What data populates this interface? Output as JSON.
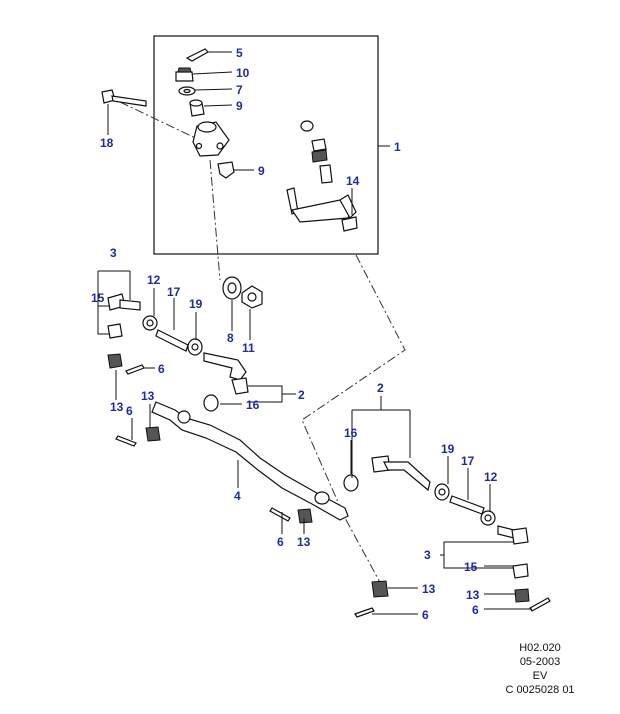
{
  "diagram": {
    "title": "Steering linkage exploded view",
    "callouts": {
      "c1": "1",
      "c2a": "2",
      "c2b": "2",
      "c3a": "3",
      "c3b": "3",
      "c4": "4",
      "c5": "5",
      "c6a": "6",
      "c6b": "6",
      "c6c": "6",
      "c6d": "6",
      "c7": "7",
      "c8": "8",
      "c9a": "9",
      "c9b": "9",
      "c10": "10",
      "c11": "11",
      "c12a": "12",
      "c12b": "12",
      "c13a": "13",
      "c13b": "13",
      "c13c": "13",
      "c13d": "13",
      "c13e": "13",
      "c14": "14",
      "c15a": "15",
      "c15b": "15",
      "c16a": "16",
      "c16b": "16",
      "c17a": "17",
      "c17b": "17",
      "c18": "18",
      "c19a": "19",
      "c19b": "19"
    },
    "colors": {
      "callout": "#1f2aa6",
      "line": "#111111"
    }
  },
  "footer": {
    "code": "H02.020",
    "date": "05-2003",
    "region": "EV",
    "ref": "C 0025028 01"
  }
}
